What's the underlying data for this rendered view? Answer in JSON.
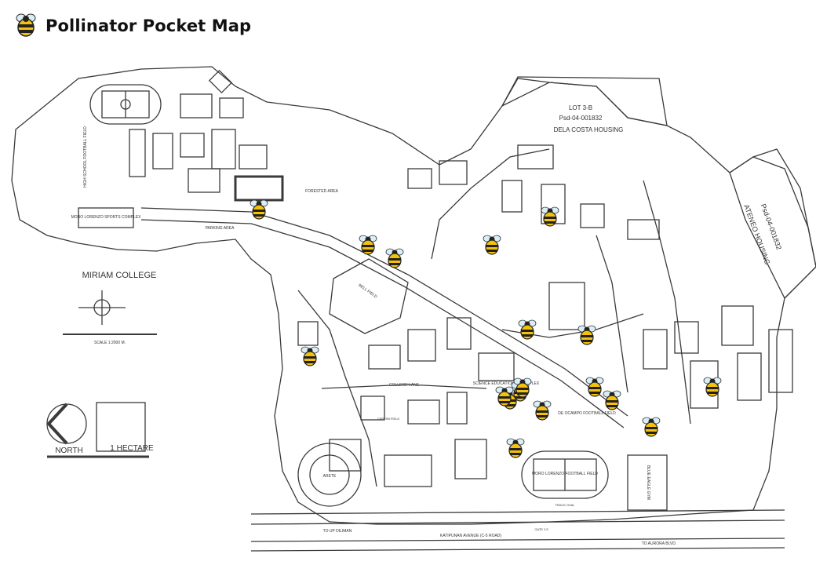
{
  "header": {
    "title": "Pollinator Pocket Map",
    "logo_icon": "bee-icon"
  },
  "colors": {
    "bee_yellow": "#f4c20d",
    "bee_dark": "#222222",
    "line": "#3a3a3a"
  },
  "map": {
    "labels": {
      "lot": "LOT 3-B",
      "psd": "Psd-04-001832",
      "housing": "DELA COSTA HOUSING",
      "psd_right": "Psd-04-001832",
      "ateneo_housing": "ATENEO HOUSING",
      "miriam": "MIRIAM COLLEGE",
      "scale": "SCALE 1:2000 M.",
      "north": "NORTH",
      "hectare": "1  HECTARE",
      "mors_sports": "MORO LORENZO SPORTS COMPLEX",
      "parking_area": "PARKING AREA",
      "forested_area": "FORESTED AREA",
      "bell_field": "BELL FIELD",
      "college_lane": "COLLEGE LANE",
      "science_complex": "SCIENCE EDUCATIONAL COMPLEX",
      "de_ocampo": "DE OCAMPO FOOTBALL FIELD",
      "moro_lorenzo": "MORO LORENZO FOOTBALL FIELD",
      "track_oval": "TRACK OVAL",
      "blue_eagle_gym": "BLUE EAGLE GYM",
      "katipunan": "KATIPUNAN AVENUE (C-5 ROAD)",
      "to_up": "TO UP DILIMAN",
      "to_aurora": "TO AURORA BLVD.",
      "gate": "GATE 2.5",
      "gym_field": "HIGH SCHOOL FOOTBALL FIELD",
      "cervini": "CERVINI FIELD",
      "arete": "ARETE"
    },
    "bee_count": 18
  }
}
